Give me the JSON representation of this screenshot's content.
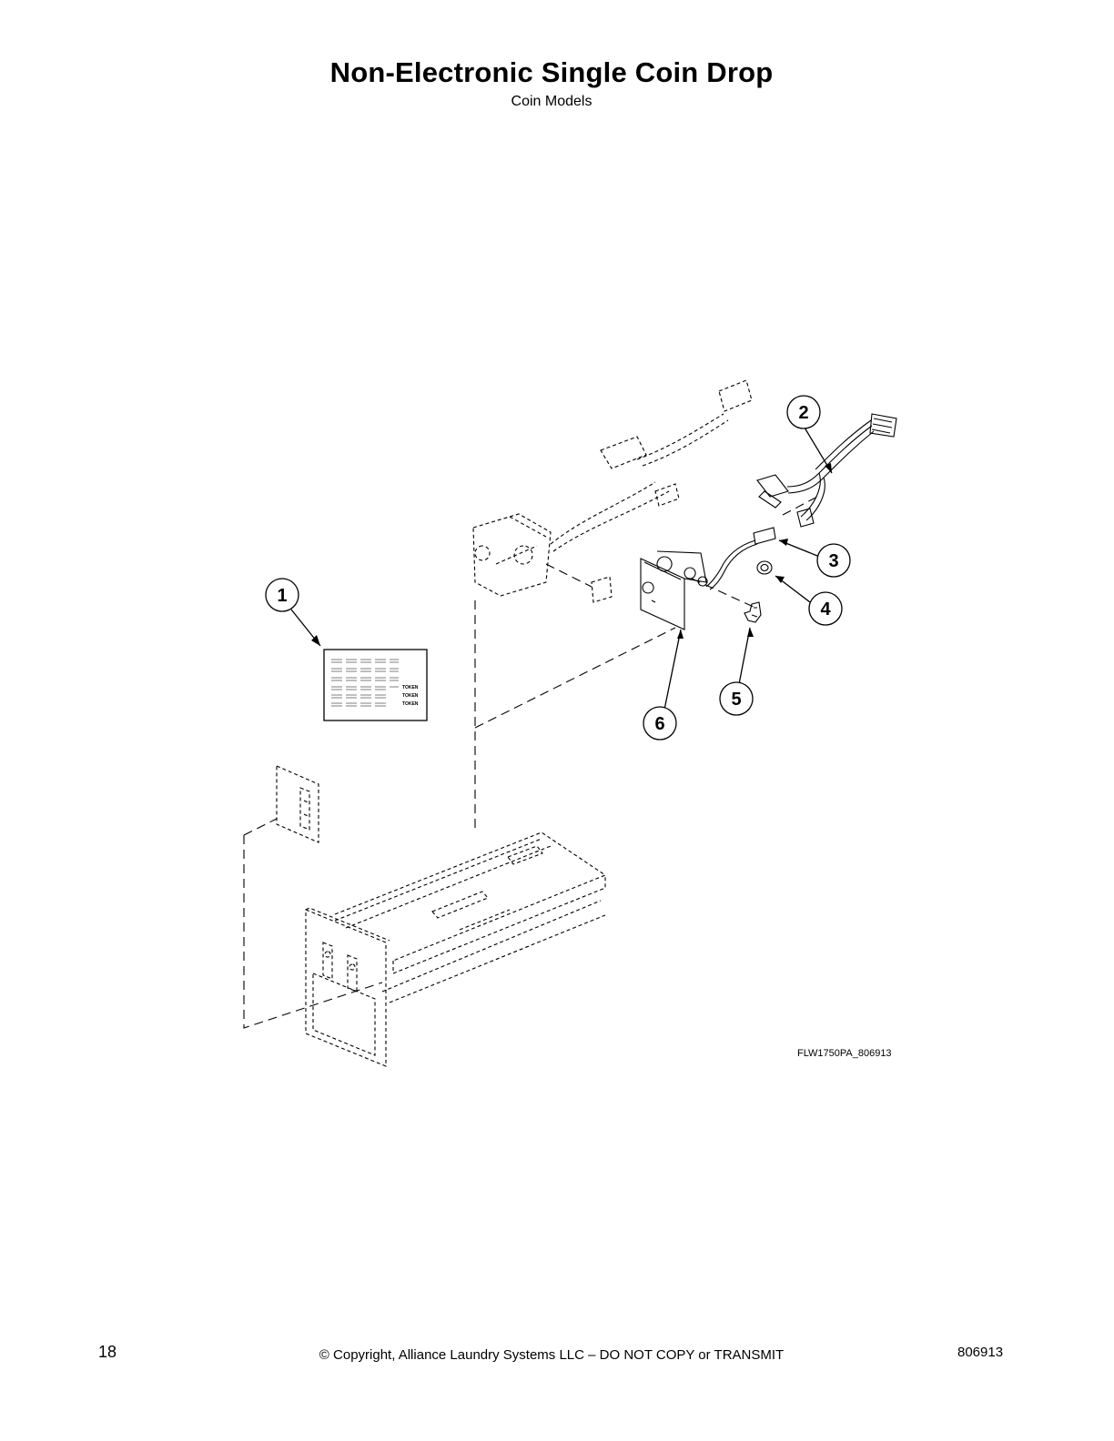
{
  "page": {
    "title": "Non-Electronic Single Coin Drop",
    "subtitle": "Coin Models",
    "figure_id": "FLW1750PA_806913"
  },
  "callouts": [
    {
      "number": "1"
    },
    {
      "number": "2"
    },
    {
      "number": "3"
    },
    {
      "number": "4"
    },
    {
      "number": "5"
    },
    {
      "number": "6"
    }
  ],
  "decal": {
    "token_lines": [
      "TOKEN",
      "TOKEN",
      "TOKEN"
    ]
  },
  "footer": {
    "page_number": "18",
    "copyright": "© Copyright, Alliance Laundry Systems LLC – DO NOT COPY or TRANSMIT",
    "doc_number": "806913"
  }
}
